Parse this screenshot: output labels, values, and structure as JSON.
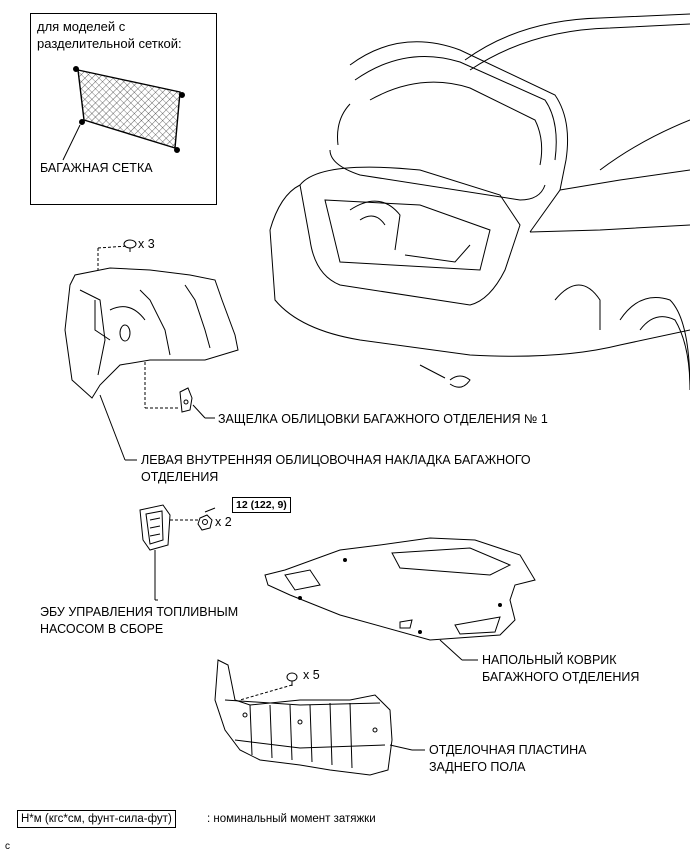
{
  "inset": {
    "heading_line1": "для моделей с",
    "heading_line2": "разделительной сеткой:",
    "net_label": "БАГАЖНАЯ СЕТКА"
  },
  "qty": {
    "clips_left": "x 3",
    "nuts": "x 2",
    "clips_bottom": "x 5"
  },
  "torque_value": "12 (122, 9)",
  "labels": {
    "latch": "ЗАЩЕЛКА ОБЛИЦОВКИ БАГАЖНОГО ОТДЕЛЕНИЯ № 1",
    "left_trim_line1": "ЛЕВАЯ ВНУТРЕННЯЯ ОБЛИЦОВОЧНАЯ НАКЛАДКА БАГАЖНОГО",
    "left_trim_line2": "ОТДЕЛЕНИЯ",
    "ecu_line1": "ЭБУ УПРАВЛЕНИЯ ТОПЛИВНЫМ",
    "ecu_line2": "НАСОСОМ В СБОРЕ",
    "mat_line1": "НАПОЛЬНЫЙ КОВРИК",
    "mat_line2": "БАГАЖНОГО ОТДЕЛЕНИЯ",
    "plate_line1": "ОТДЕЛОЧНАЯ ПЛАСТИНА",
    "plate_line2": "ЗАДНЕГО ПОЛА"
  },
  "legend": {
    "unit": "Н*м (кгс*см, фунт-сила-фут)",
    "description": ": номинальный момент затяжки"
  },
  "corner_code": "c"
}
